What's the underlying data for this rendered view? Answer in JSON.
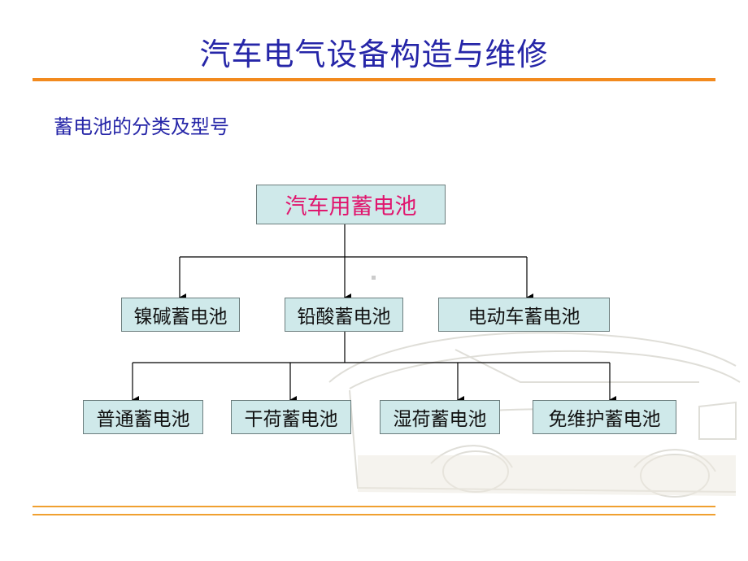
{
  "title": "汽车电气设备构造与维修",
  "subtitle": "蓄电池的分类及型号",
  "diagram": {
    "root": "汽车用蓄电池",
    "level1": [
      "镍碱蓄电池",
      "铅酸蓄电池",
      "电动车蓄电池"
    ],
    "level2": [
      "普通蓄电池",
      "干荷蓄电池",
      "湿荷蓄电池",
      "免维护蓄电池"
    ]
  },
  "colors": {
    "title": "#2626a8",
    "accent_rule": "#f28a1e",
    "root_text": "#e0166e",
    "node_fill": "#cfe9ea"
  }
}
